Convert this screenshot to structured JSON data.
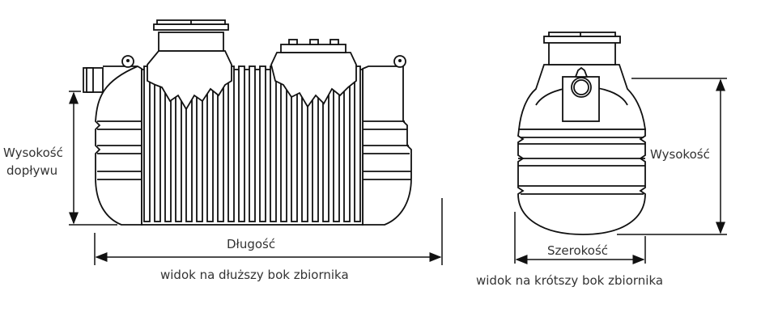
{
  "long_view": {
    "inlet_height_label_line1": "Wysokość",
    "inlet_height_label_line2": "dopływu",
    "length_label": "Długość",
    "caption": "widok na dłuższy bok zbiornika"
  },
  "short_view": {
    "height_label": "Wysokość",
    "width_label": "Szerokość",
    "caption": "widok na krótszy bok zbiornika"
  }
}
